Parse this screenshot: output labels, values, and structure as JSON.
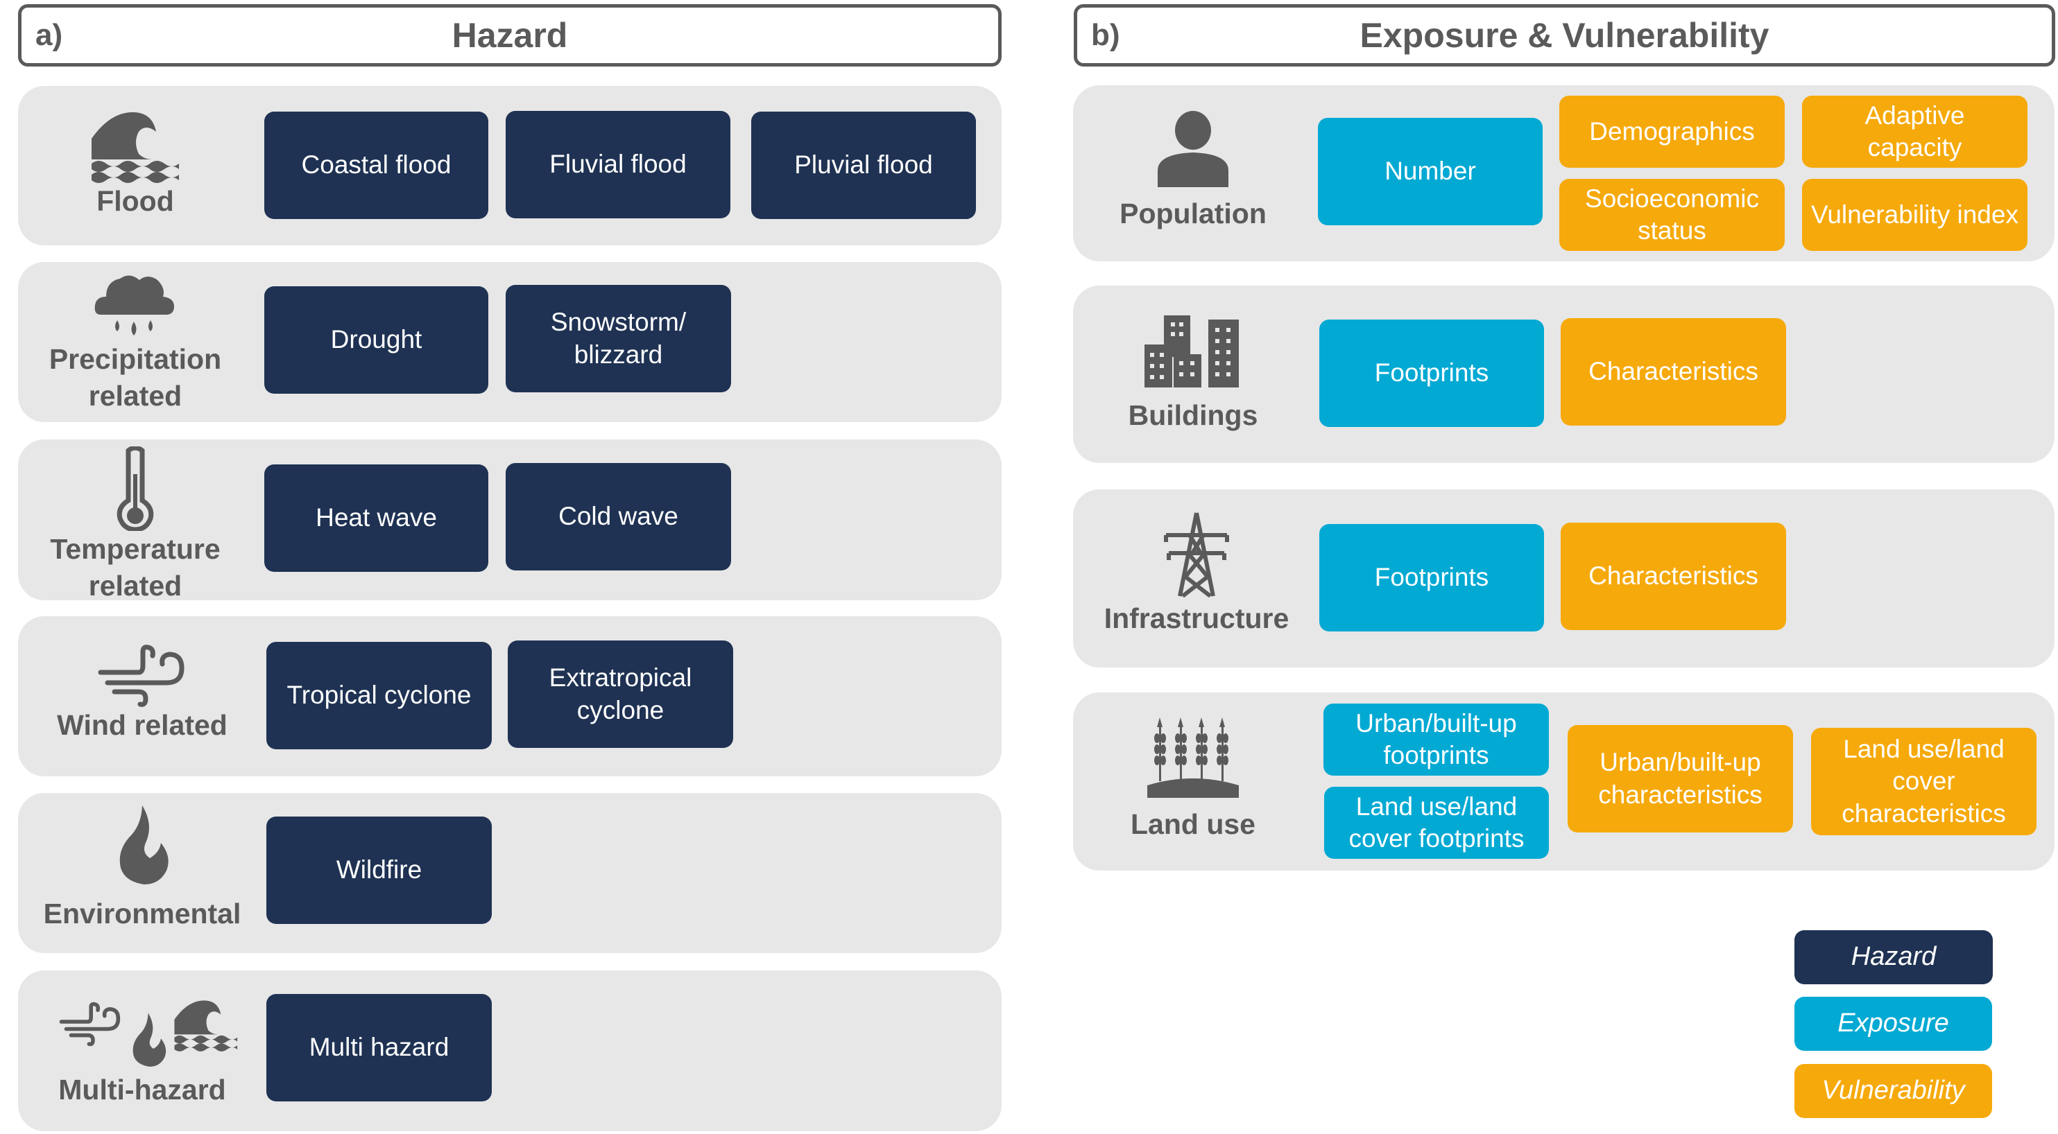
{
  "colors": {
    "hazard": "#1f3253",
    "exposure": "#02a9d3",
    "vulnerability": "#f6a90b",
    "panel": "#e7e7e7",
    "text": "#5a5a5a"
  },
  "hazard_panel": {
    "tag": "a)",
    "title": "Hazard",
    "rows": [
      {
        "label": "Flood",
        "icon": "wave-icon",
        "items": [
          "Coastal flood",
          "Fluvial flood",
          "Pluvial flood"
        ]
      },
      {
        "label": "Precipitation related",
        "icon": "rain-cloud-icon",
        "items": [
          "Drought",
          "Snowstorm/ blizzard"
        ]
      },
      {
        "label": "Temperature related",
        "icon": "thermometer-icon",
        "items": [
          "Heat wave",
          "Cold wave"
        ]
      },
      {
        "label": "Wind related",
        "icon": "wind-icon",
        "items": [
          "Tropical cyclone",
          "Extratropical cyclone"
        ]
      },
      {
        "label": "Environmental",
        "icon": "fire-icon",
        "items": [
          "Wildfire"
        ]
      },
      {
        "label": "Multi-hazard",
        "icon": "multi-hazard-icon",
        "items": [
          "Multi hazard"
        ]
      }
    ]
  },
  "exposure_panel": {
    "tag": "b)",
    "title": "Exposure & Vulnerability",
    "rows": [
      {
        "label": "Population",
        "icon": "person-icon",
        "exposure": [
          "Number"
        ],
        "vulnerability": [
          "Demographics",
          "Adaptive capacity",
          "Socioeconomic status",
          "Vulnerability index"
        ]
      },
      {
        "label": "Buildings",
        "icon": "buildings-icon",
        "exposure": [
          "Footprints"
        ],
        "vulnerability": [
          "Characteristics"
        ]
      },
      {
        "label": "Infrastructure",
        "icon": "power-tower-icon",
        "exposure": [
          "Footprints"
        ],
        "vulnerability": [
          "Characteristics"
        ]
      },
      {
        "label": "Land use",
        "icon": "crops-icon",
        "exposure": [
          "Urban/built-up footprints",
          "Land use/land cover footprints"
        ],
        "vulnerability": [
          "Urban/built-up characteristics",
          "Land use/land cover characteristics"
        ]
      }
    ]
  },
  "legend": [
    {
      "label": "Hazard",
      "category": "hazard"
    },
    {
      "label": "Exposure",
      "category": "exposure"
    },
    {
      "label": "Vulnerability",
      "category": "vulnerability"
    }
  ]
}
